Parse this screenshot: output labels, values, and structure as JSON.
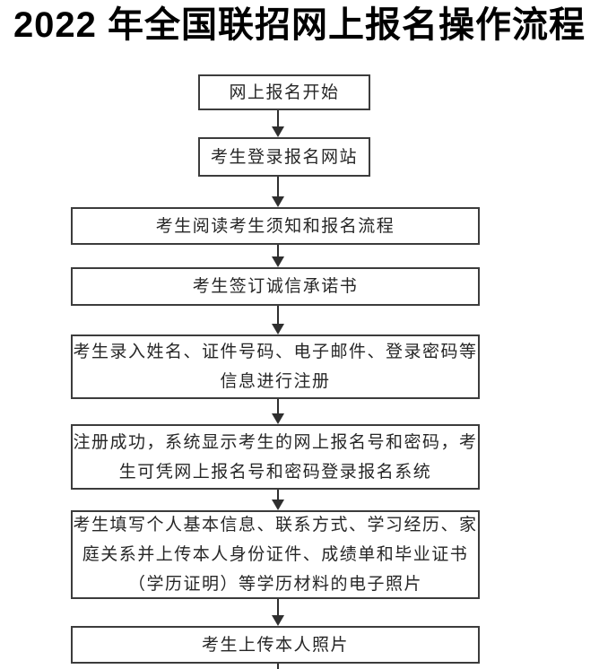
{
  "title": "2022 年全国联招网上报名操作流程",
  "flow": {
    "steps": [
      {
        "id": "start",
        "lines": [
          "网上报名开始"
        ]
      },
      {
        "id": "login-site",
        "lines": [
          "考生登录报名网站"
        ]
      },
      {
        "id": "read-notice",
        "lines": [
          "考生阅读考生须知和报名流程"
        ]
      },
      {
        "id": "sign-commitment",
        "lines": [
          "考生签订诚信承诺书"
        ]
      },
      {
        "id": "register-info",
        "lines": [
          "考生录入姓名、证件号码、电子邮件、登录密码等",
          "信息进行注册"
        ]
      },
      {
        "id": "register-success",
        "lines": [
          "注册成功，系统显示考生的网上报名号和密码，考",
          "生可凭网上报名号和密码登录报名系统"
        ]
      },
      {
        "id": "fill-upload-docs",
        "lines": [
          "考生填写个人基本信息、联系方式、学习经历、家",
          "庭关系并上传本人身份证件、成绩单和毕业证书",
          "（学历证明）等学历材料的电子照片"
        ]
      },
      {
        "id": "upload-photo",
        "lines": [
          "考生上传本人照片"
        ]
      }
    ]
  },
  "colors": {
    "box_border": "#3c3c3c",
    "text": "#262626",
    "arrow": "#2f2f2f",
    "background": "#ffffff"
  }
}
